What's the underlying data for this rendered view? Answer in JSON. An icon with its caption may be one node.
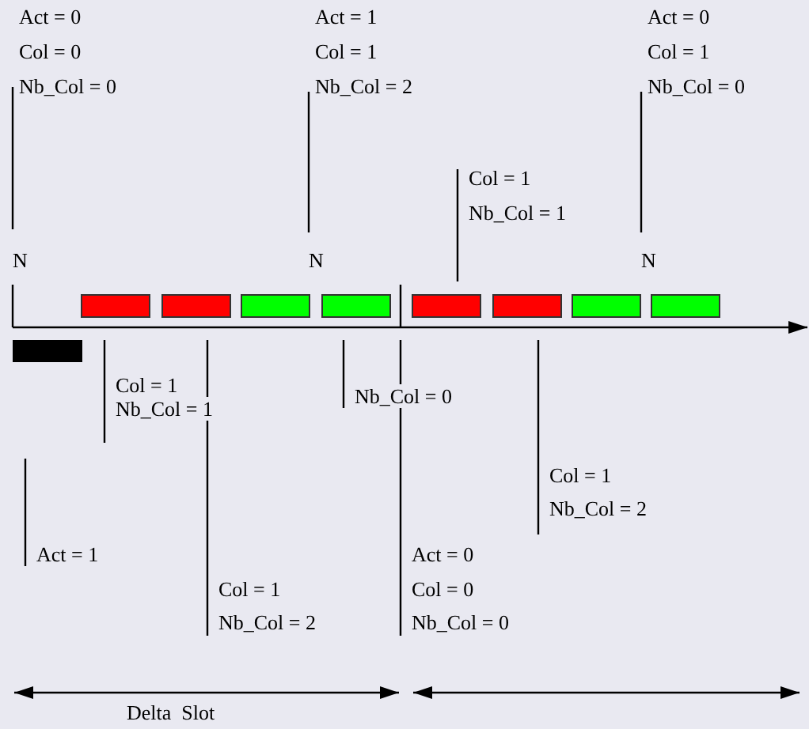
{
  "diagram": {
    "nodes": [
      {
        "text": [],
        "shape": "bar"
      },
      {
        "text": [],
        "shape": "box"
      },
      {
        "text": [],
        "shape": "box"
      },
      {
        "text": [],
        "shape": "box"
      },
      {
        "text": [],
        "shape": "box"
      },
      {
        "text": [],
        "shape": "box"
      },
      {
        "text": [],
        "shape": "box"
      },
      {
        "text": [],
        "shape": "box"
      },
      {
        "text": [],
        "shape": "box"
      }
    ],
    "labels": [
      "Act = 0",
      "Col = 0",
      "Nb_Col = 0",
      "Act = 1",
      "Col = 1",
      "Nb_Col = 2",
      "Act = 0",
      "Col = 1",
      "Nb_Col = 0",
      "Col = 1",
      "Nb_Col = 1",
      "N",
      "N",
      "N",
      "Col = 1",
      "Nb_Col = 1",
      "Nb_Col = 0",
      "Col = 1",
      "Nb_Col = 2",
      "Act = 1",
      "Act = 0",
      "Col = 0",
      "Nb_Col = 0",
      "Col = 1",
      "Nb_Col = 2",
      "Delta  Slot"
    ]
  }
}
